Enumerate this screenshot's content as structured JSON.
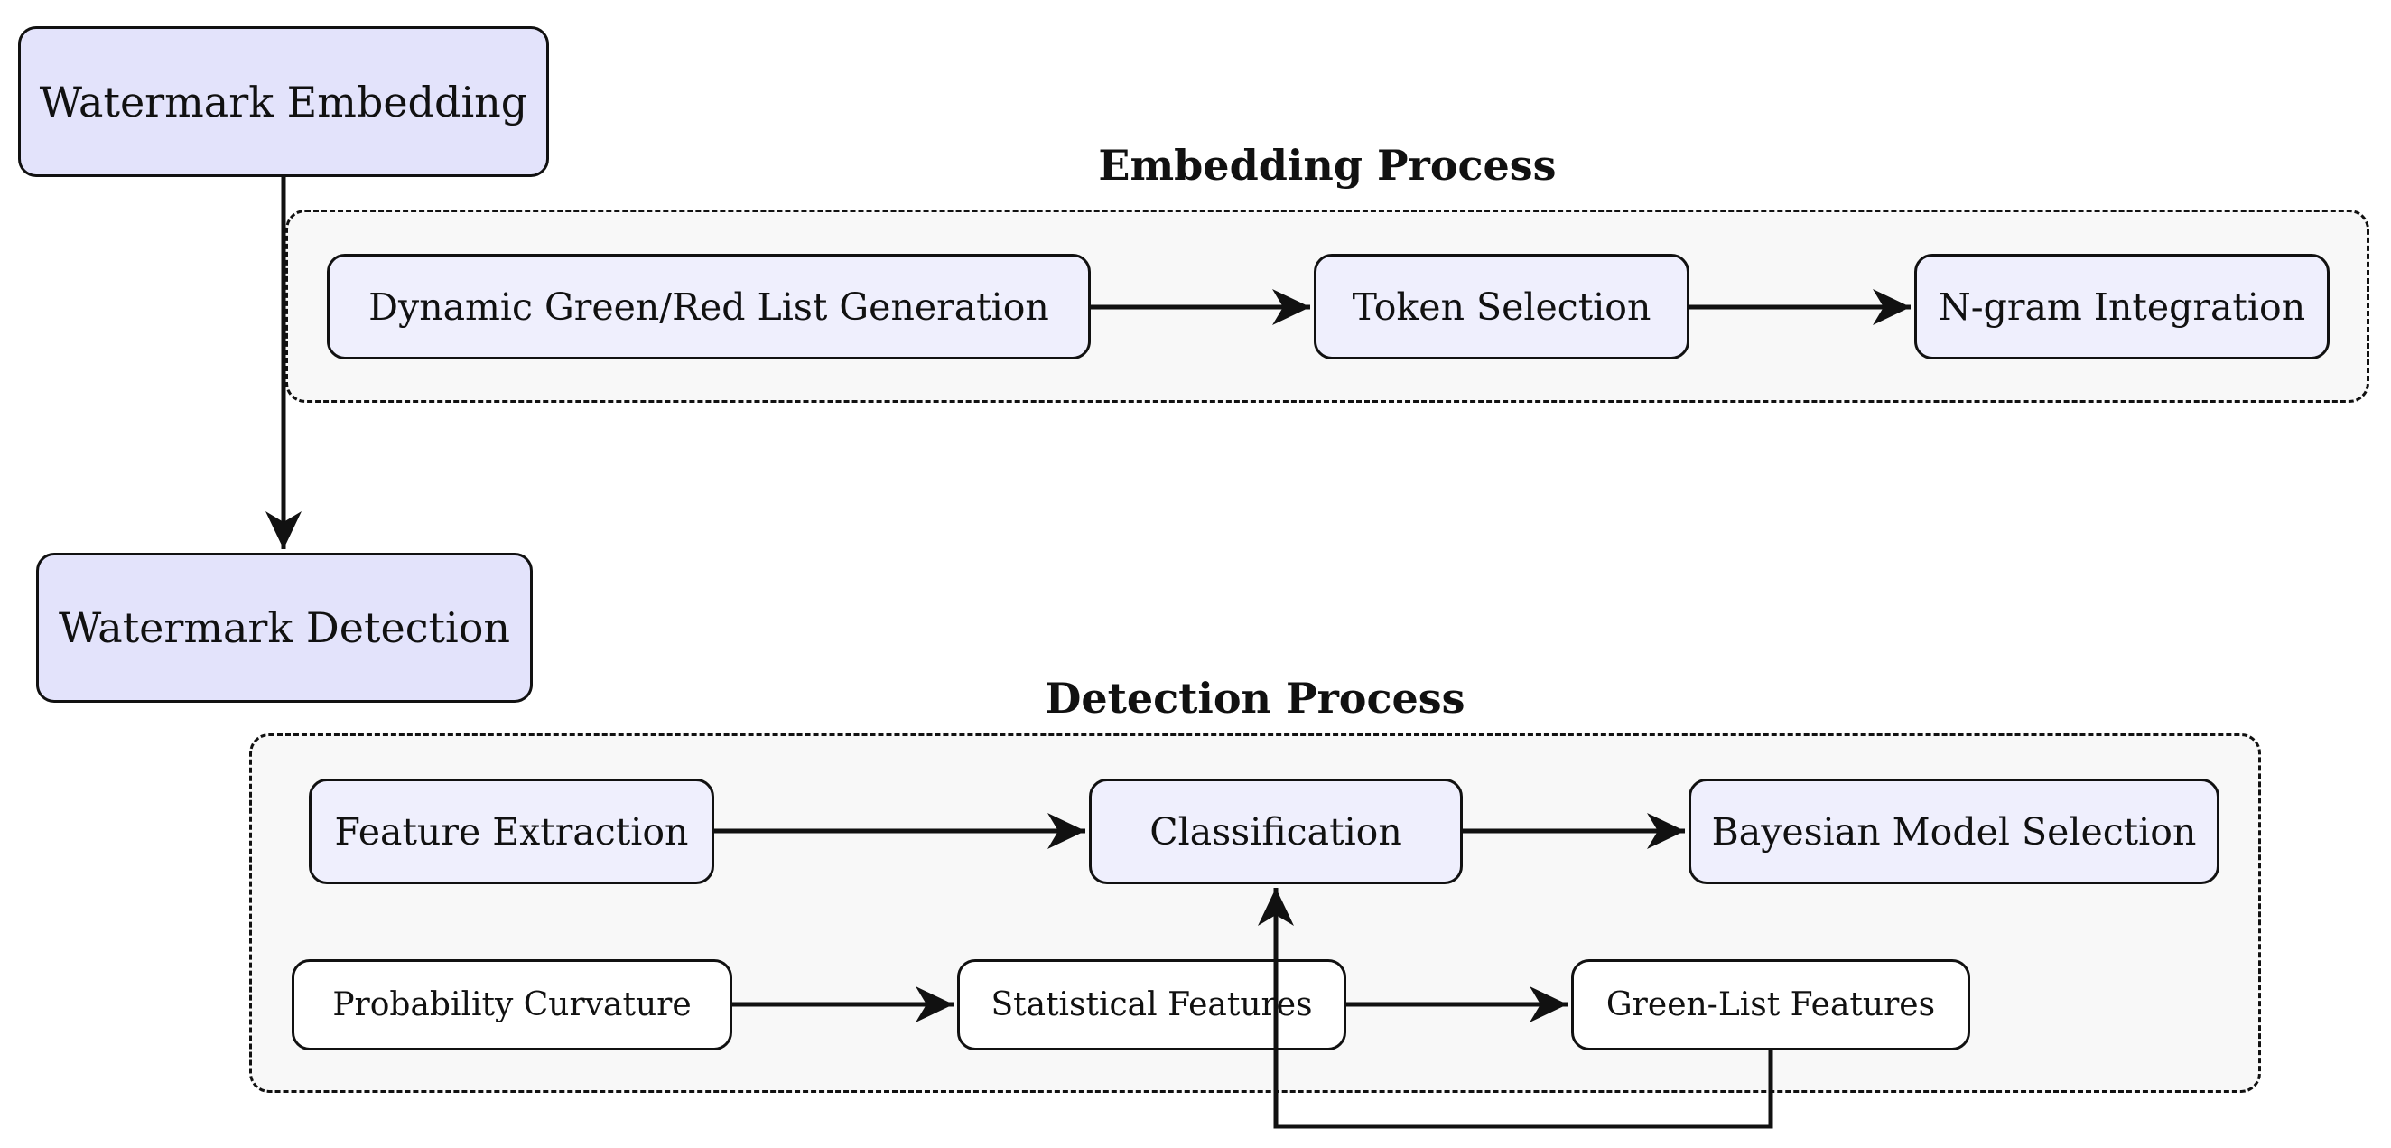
{
  "top_nodes": {
    "embedding": "Watermark Embedding",
    "detection": "Watermark Detection"
  },
  "embedding_group": {
    "title": "Embedding Process",
    "nodes": [
      "Dynamic Green/Red List Generation",
      "Token Selection",
      "N-gram Integration"
    ]
  },
  "detection_group": {
    "title": "Detection Process",
    "main_nodes": [
      "Feature Extraction",
      "Classification",
      "Bayesian Model Selection"
    ],
    "feature_nodes": [
      "Probability Curvature",
      "Statistical Features",
      "Green-List Features"
    ]
  },
  "colors": {
    "top_node_fill": "#e3e3fb",
    "process_node_fill": "#efeffd",
    "feature_node_fill": "#ffffff",
    "group_fill": "#f8f8f8",
    "stroke": "#111111"
  }
}
